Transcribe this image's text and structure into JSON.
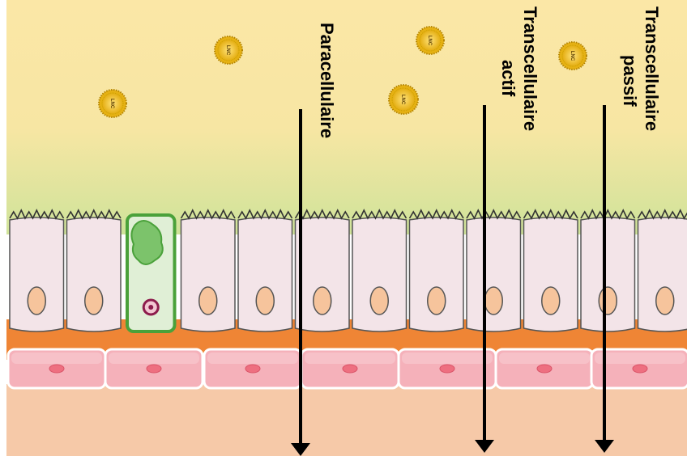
{
  "particle_label": "LNC",
  "routes": [
    {
      "key": "paracellular",
      "lines": [
        "Paracellulaire"
      ]
    },
    {
      "key": "transcellular_active",
      "lines": [
        "Transcellulaire",
        "actif"
      ]
    },
    {
      "key": "transcellular_passive",
      "lines": [
        "Transcellulaire",
        "passif"
      ]
    }
  ],
  "colors": {
    "lumen_top": "#fbe7a6",
    "lumen_bottom": "#d2e59b",
    "cell_fill": "#f3e4e8",
    "nucleus_fill": "#f6c49c",
    "basement": "#f08a3c",
    "connective": "#f6c9a8",
    "endothelial": "#f4aab4",
    "goblet_cell": "#67b94c",
    "particle": "#f0c020",
    "arrow": "#000000"
  }
}
